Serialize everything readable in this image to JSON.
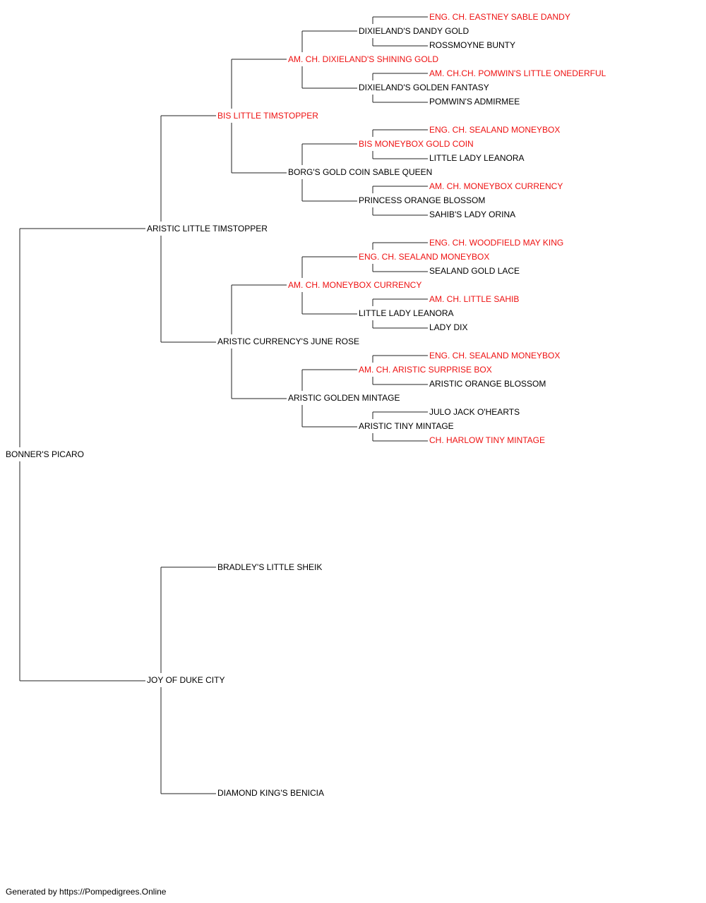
{
  "colors": {
    "champion": "#ee1111",
    "normal": "#000000",
    "line": "#222222"
  },
  "pedigree": {
    "name": "BONNER'S PICARO",
    "champion": false,
    "sire": {
      "name": "ARISTIC LITTLE TIMSTOPPER",
      "champion": false,
      "sire": {
        "name": "BIS LITTLE TIMSTOPPER",
        "champion": true,
        "sire": {
          "name": "AM. CH. DIXIELAND'S SHINING GOLD",
          "champion": true,
          "sire": {
            "name": "DIXIELAND'S DANDY GOLD",
            "champion": false,
            "sire": {
              "name": "ENG. CH. EASTNEY SABLE DANDY",
              "champion": true
            },
            "dam": {
              "name": "ROSSMOYNE BUNTY",
              "champion": false
            }
          },
          "dam": {
            "name": "DIXIELAND'S GOLDEN FANTASY",
            "champion": false,
            "sire": {
              "name": "AM. CH.CH. POMWIN'S LITTLE ONEDERFUL",
              "champion": true
            },
            "dam": {
              "name": "POMWIN'S ADMIRMEE",
              "champion": false
            }
          }
        },
        "dam": {
          "name": "BORG'S GOLD COIN SABLE QUEEN",
          "champion": false,
          "sire": {
            "name": "BIS MONEYBOX GOLD COIN",
            "champion": true,
            "sire": {
              "name": "ENG. CH. SEALAND MONEYBOX",
              "champion": true
            },
            "dam": {
              "name": "LITTLE LADY LEANORA",
              "champion": false
            }
          },
          "dam": {
            "name": "PRINCESS ORANGE BLOSSOM",
            "champion": false,
            "sire": {
              "name": "AM. CH. MONEYBOX CURRENCY",
              "champion": true
            },
            "dam": {
              "name": "SAHIB'S LADY ORINA",
              "champion": false
            }
          }
        }
      },
      "dam": {
        "name": "ARISTIC CURRENCY'S JUNE ROSE",
        "champion": false,
        "sire": {
          "name": "AM. CH. MONEYBOX CURRENCY",
          "champion": true,
          "sire": {
            "name": "ENG. CH. SEALAND MONEYBOX",
            "champion": true,
            "sire": {
              "name": "ENG. CH. WOODFIELD MAY KING",
              "champion": true
            },
            "dam": {
              "name": "SEALAND GOLD LACE",
              "champion": false
            }
          },
          "dam": {
            "name": "LITTLE LADY LEANORA",
            "champion": false,
            "sire": {
              "name": "AM. CH. LITTLE SAHIB",
              "champion": true
            },
            "dam": {
              "name": "LADY DIX",
              "champion": false
            }
          }
        },
        "dam": {
          "name": "ARISTIC GOLDEN MINTAGE",
          "champion": false,
          "sire": {
            "name": "AM. CH. ARISTIC SURPRISE BOX",
            "champion": true,
            "sire": {
              "name": "ENG. CH. SEALAND MONEYBOX",
              "champion": true
            },
            "dam": {
              "name": "ARISTIC ORANGE BLOSSOM",
              "champion": false
            }
          },
          "dam": {
            "name": "ARISTIC TINY MINTAGE",
            "champion": false,
            "sire": {
              "name": "JULO JACK O'HEARTS",
              "champion": false
            },
            "dam": {
              "name": "CH. HARLOW TINY MINTAGE",
              "champion": true
            }
          }
        }
      }
    },
    "dam": {
      "name": "JOY OF DUKE CITY",
      "champion": false,
      "sire": {
        "name": "BRADLEY'S LITTLE SHEIK",
        "champion": false
      },
      "dam": {
        "name": "DIAMOND KING'S BENICIA",
        "champion": false
      }
    }
  },
  "footer": {
    "text": "Generated by https://Pompedigrees.Online"
  }
}
